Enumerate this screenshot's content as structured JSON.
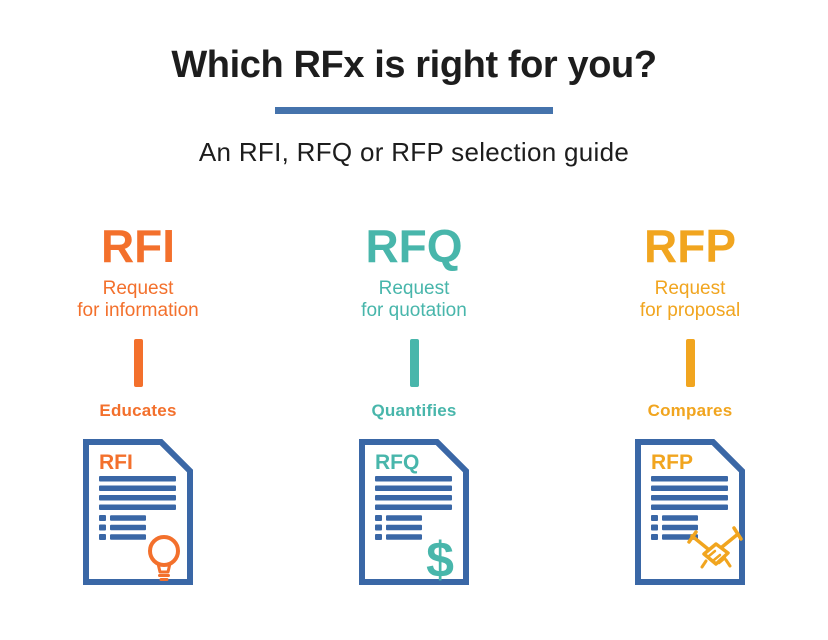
{
  "header": {
    "title": "Which RFx is right for you?",
    "subtitle": "An RFI, RFQ or RFP selection guide"
  },
  "colors": {
    "heading_text": "#1d1d1d",
    "divider_blue": "#4573ac",
    "document_blue": "#3a67a6"
  },
  "columns": [
    {
      "acronym": "RFI",
      "name_line1": "Request",
      "name_line2": "for information",
      "verb": "Educates",
      "doc_label": "RFI",
      "icon": "lightbulb-icon",
      "accent": "#f3702c"
    },
    {
      "acronym": "RFQ",
      "name_line1": "Request",
      "name_line2": "for quotation",
      "verb": "Quantifies",
      "doc_label": "RFQ",
      "icon": "dollar-icon",
      "icon_glyph": "$",
      "accent": "#48b6ab"
    },
    {
      "acronym": "RFP",
      "name_line1": "Request",
      "name_line2": "for proposal",
      "verb": "Compares",
      "doc_label": "RFP",
      "icon": "handshake-icon",
      "accent": "#f1a51f"
    }
  ]
}
